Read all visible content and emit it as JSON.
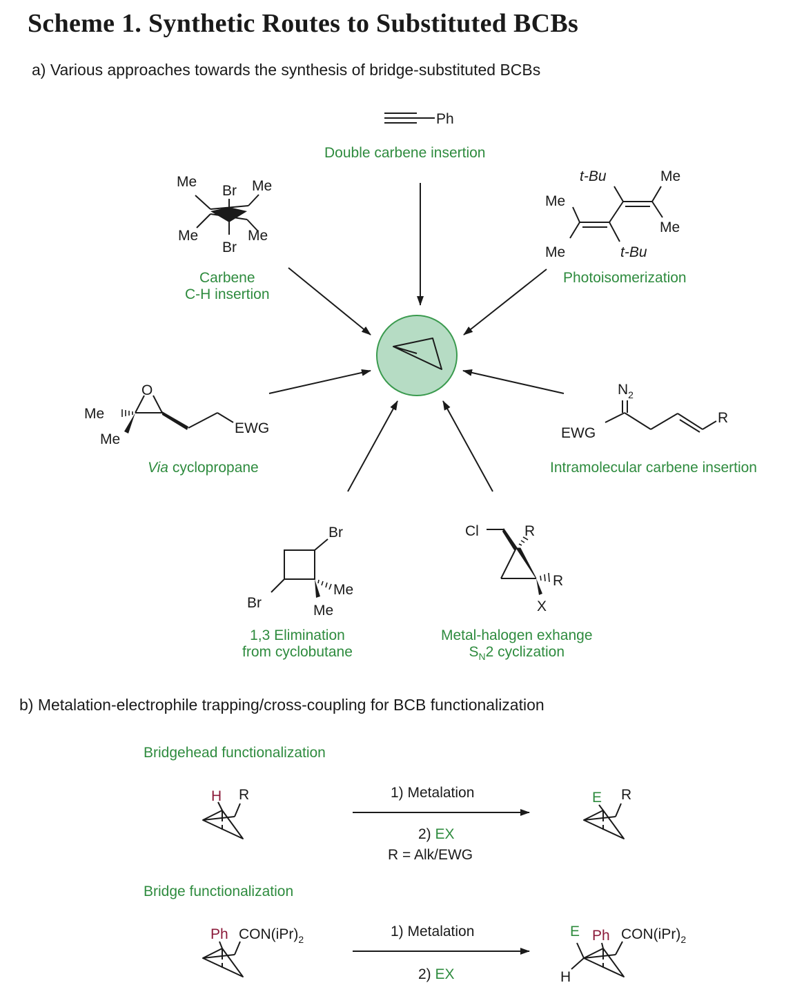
{
  "title": "Scheme 1. Synthetic Routes to Substituted BCBs",
  "section_a": "a) Various approaches towards the synthesis of bridge-substituted BCBs",
  "section_b": "b) Metalation-electrophile trapping/cross-coupling for BCB functionalization",
  "routes": {
    "double_carbene": "Double carbene insertion",
    "carbene_ch_1": "Carbene",
    "carbene_ch_2": "C-H insertion",
    "photo": "Photoisomerization",
    "via_cp_italic": "Via",
    "via_cp_rest": " cyclopropane",
    "intramolecular": "Intramolecular carbene insertion",
    "elim_1": "1,3 Elimination",
    "elim_2": "from cyclobutane",
    "mh_1": "Metal-halogen exhange",
    "mh_2_prefix": "S",
    "mh_2_sub": "N",
    "mh_2_rest": "2 cyclization"
  },
  "atoms": {
    "Ph": "Ph",
    "Me": "Me",
    "Br": "Br",
    "tBu": "t-Bu",
    "O": "O",
    "EWG": "EWG",
    "N2": "N",
    "N2_sub": "2",
    "R": "R",
    "Cl": "Cl",
    "X": "X",
    "H": "H",
    "E": "E"
  },
  "bridgehead": {
    "heading": "Bridgehead functionalization",
    "step1": "1) Metalation",
    "step2_prefix": "2) ",
    "step2_ex": "EX",
    "condition": "R = Alk/EWG"
  },
  "bridge": {
    "heading": "Bridge functionalization",
    "step1": "1) Metalation",
    "step2_prefix": "2) ",
    "step2_ex": "EX",
    "amide": "CON(iPr)",
    "amide_sub": "2"
  },
  "colors": {
    "green": "#2e8b3e",
    "maroon": "#8b1a3a",
    "circle_fill": "#b6dcc4",
    "circle_stroke": "#3a9a4e"
  }
}
